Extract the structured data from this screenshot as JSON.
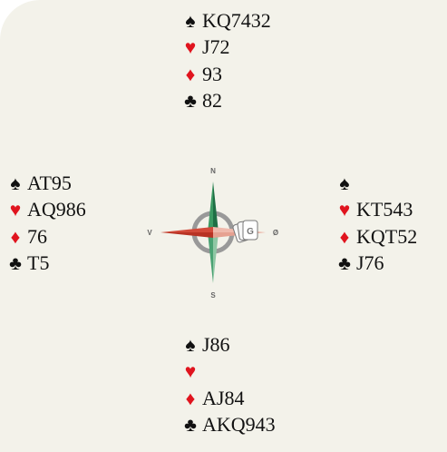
{
  "colors": {
    "felt": "#f3f2ea",
    "red_suit": "#e0141e",
    "black_suit": "#111111",
    "arrow_green": "#2e8b57",
    "arrow_red": "#cc3b2a"
  },
  "compass": {
    "north": "N",
    "south": "S",
    "west": "V",
    "east": "Ø",
    "card_marker": "G"
  },
  "suit_symbols": {
    "spades": "♠",
    "hearts": "♥",
    "diamonds": "♦",
    "clubs": "♣"
  },
  "hands": {
    "north": {
      "spades": "KQ7432",
      "hearts": "J72",
      "diamonds": "93",
      "clubs": "82"
    },
    "west": {
      "spades": "AT95",
      "hearts": "AQ986",
      "diamonds": "76",
      "clubs": "T5"
    },
    "east": {
      "spades": "",
      "hearts": "KT543",
      "diamonds": "KQT52",
      "clubs": "J76"
    },
    "south": {
      "spades": "J86",
      "hearts": "",
      "diamonds": "AJ84",
      "clubs": "AKQ943"
    }
  }
}
